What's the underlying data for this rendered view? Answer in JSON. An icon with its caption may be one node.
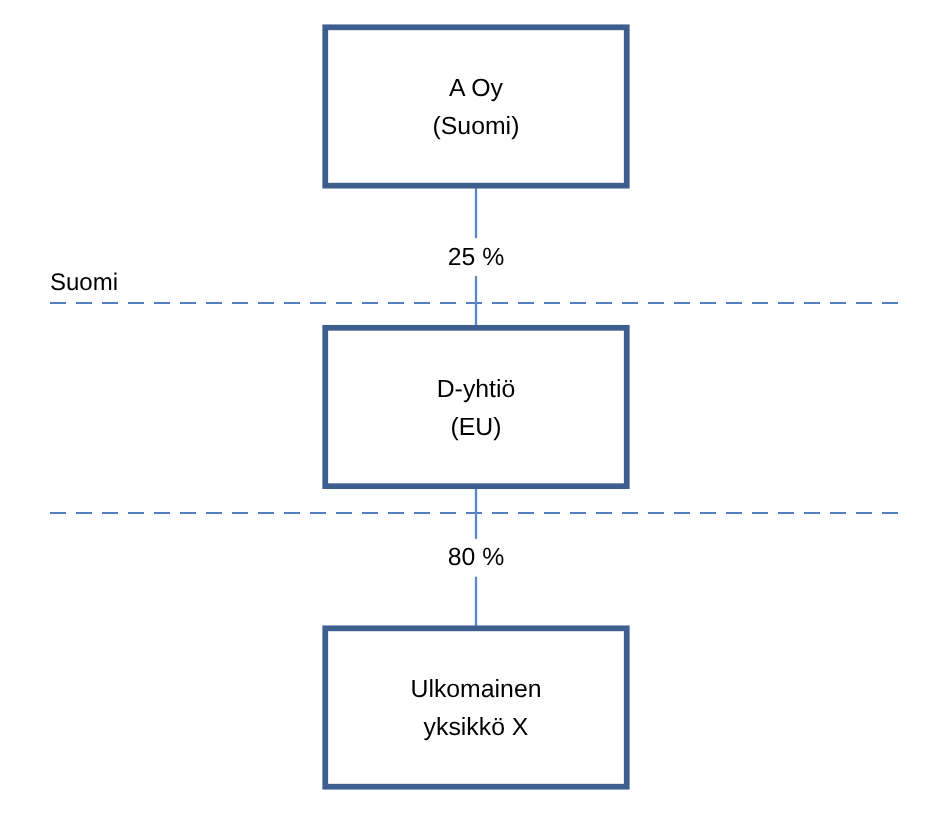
{
  "diagram": {
    "nodes": [
      {
        "text": [
          "A Oy (Suomi)"
        ]
      },
      {
        "text": [
          "D-yhtiö (EU)"
        ]
      },
      {
        "text": [
          "Ulkomainen yksikkö X"
        ]
      }
    ],
    "edges": [
      {
        "from": 0,
        "to": 1,
        "arrow": "none",
        "label": "25 %"
      },
      {
        "from": 1,
        "to": 2,
        "arrow": "none",
        "label": "80 %"
      }
    ],
    "labels": [
      "Suomi"
    ]
  }
}
